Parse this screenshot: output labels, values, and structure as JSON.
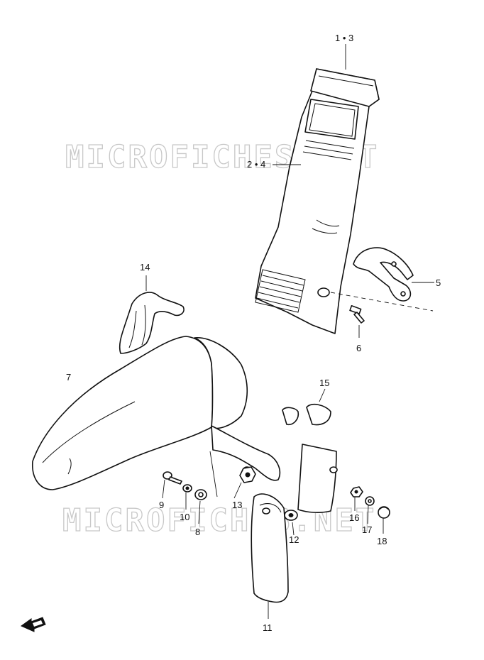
{
  "watermarks": [
    "MICROFICHES.NET",
    "MICROFICHES.NET"
  ],
  "callouts": {
    "c1_3": "1 • 3",
    "c2_4": "2 • 4",
    "c5": "5",
    "c6": "6",
    "c7": "7",
    "c8": "8",
    "c9": "9",
    "c10": "10",
    "c11": "11",
    "c12": "12",
    "c13": "13",
    "c14": "14",
    "c15": "15",
    "c16": "16",
    "c17": "17",
    "c18": "18"
  },
  "parts": {
    "p1": "front-leg-shield-upper",
    "p2": "front-leg-shield-body",
    "p5": "shield-bracket",
    "p6": "bolt",
    "p7": "front-fender",
    "p8": "washer",
    "p9": "bolt",
    "p10": "lock-washer",
    "p11": "mud-flap",
    "p12": "grommet",
    "p13": "nut",
    "p14": "fender-brace",
    "p15": "fork-cover",
    "p16": "nut",
    "p17": "washer",
    "p18": "cap-nut"
  },
  "icons": {
    "direction": "front-arrow-icon"
  },
  "colors": {
    "line": "#111111",
    "watermark": "#c8c8c8",
    "background": "#ffffff"
  }
}
